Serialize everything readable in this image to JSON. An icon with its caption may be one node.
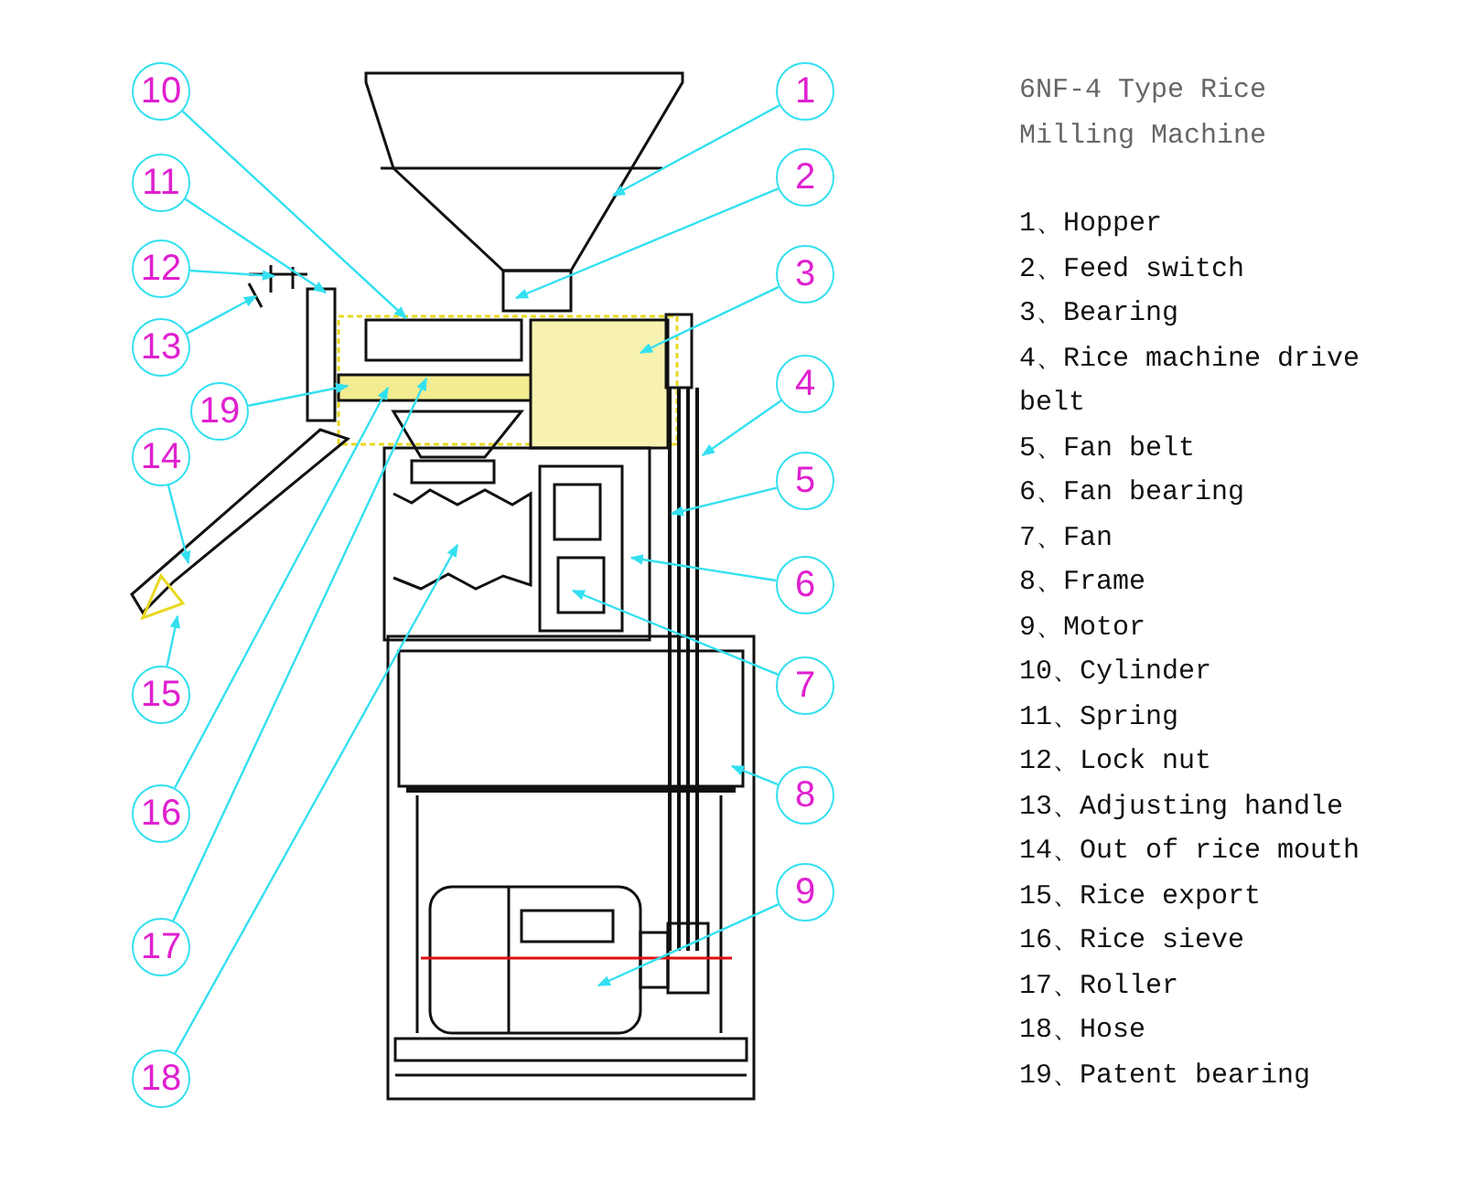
{
  "diagram": {
    "title": "6NF-4 Type Rice Milling Machine",
    "nodes": [
      {
        "text": [
          "1"
        ]
      },
      {
        "text": [
          "2"
        ]
      },
      {
        "text": [
          "3"
        ]
      },
      {
        "text": [
          "4"
        ]
      },
      {
        "text": [
          "5"
        ]
      },
      {
        "text": [
          "6"
        ]
      },
      {
        "text": [
          "7"
        ]
      },
      {
        "text": [
          "8"
        ]
      },
      {
        "text": [
          "9"
        ]
      },
      {
        "text": [
          "10"
        ]
      },
      {
        "text": [
          "11"
        ]
      },
      {
        "text": [
          "12"
        ]
      },
      {
        "text": [
          "13"
        ]
      },
      {
        "text": [
          "14"
        ]
      },
      {
        "text": [
          "15"
        ]
      },
      {
        "text": [
          "16"
        ]
      },
      {
        "text": [
          "17"
        ]
      },
      {
        "text": [
          "18"
        ]
      },
      {
        "text": [
          "19"
        ]
      }
    ],
    "edges": [
      {
        "from": 0,
        "to": null,
        "arrow": "to"
      },
      {
        "from": 1,
        "to": null,
        "arrow": "to"
      },
      {
        "from": 2,
        "to": null,
        "arrow": "to"
      },
      {
        "from": 3,
        "to": null,
        "arrow": "to"
      },
      {
        "from": 4,
        "to": null,
        "arrow": "to"
      },
      {
        "from": 5,
        "to": null,
        "arrow": "to"
      },
      {
        "from": 6,
        "to": null,
        "arrow": "to"
      },
      {
        "from": 7,
        "to": null,
        "arrow": "to"
      },
      {
        "from": 8,
        "to": null,
        "arrow": "to"
      },
      {
        "from": 9,
        "to": null,
        "arrow": "to"
      },
      {
        "from": 10,
        "to": null,
        "arrow": "to"
      },
      {
        "from": 11,
        "to": null,
        "arrow": "to"
      },
      {
        "from": 12,
        "to": null,
        "arrow": "to"
      },
      {
        "from": 13,
        "to": null,
        "arrow": "to"
      },
      {
        "from": 14,
        "to": null,
        "arrow": "to"
      },
      {
        "from": 15,
        "to": null,
        "arrow": "to"
      },
      {
        "from": 16,
        "to": null,
        "arrow": "to"
      },
      {
        "from": 17,
        "to": null,
        "arrow": "to"
      },
      {
        "from": 18,
        "to": null,
        "arrow": "to"
      }
    ],
    "labels": [
      "1、Hopper",
      "2、Feed switch",
      "3、Bearing",
      "4、Rice machine drive belt",
      "5、Fan belt",
      "6、Fan bearing",
      "7、Fan",
      "8、Frame",
      "9、Motor",
      "10、Cylinder",
      "11、Spring",
      "12、Lock nut",
      "13、Adjusting handle",
      "14、Out of rice mouth",
      "15、Rice export",
      "16、Rice sieve",
      "17、Roller",
      "18、Hose",
      "19、Patent bearing"
    ]
  }
}
